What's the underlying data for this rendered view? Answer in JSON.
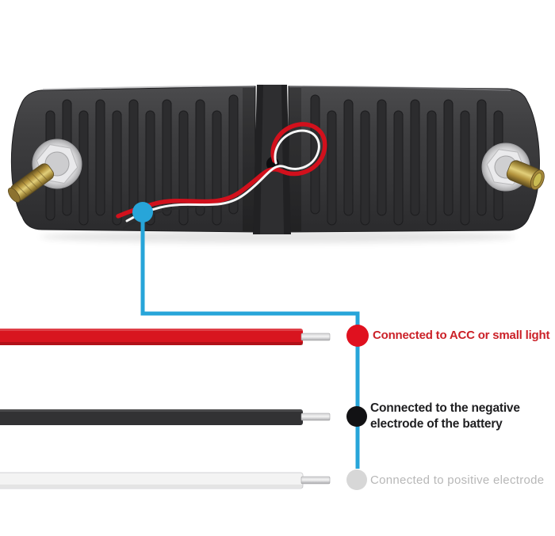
{
  "colors": {
    "background": "#ffffff",
    "callout_blue": "#27a5d9",
    "label_red": "#cb2128",
    "label_black": "#1f1f21",
    "label_gray": "#b7b7b7",
    "bolt_gold": "#c8a94e",
    "panel_dark": "#3a3a3c"
  },
  "wires": [
    {
      "name": "red-wire",
      "color": "#d8151f",
      "dot_color": "#e0111f",
      "label": "Connected to ACC or small light"
    },
    {
      "name": "black-wire",
      "color": "#323234",
      "dot_color": "#121214",
      "label": "Connected to the negative electrode of the battery",
      "label_lines": [
        "Connected to the negative",
        "electrode of the battery"
      ]
    },
    {
      "name": "white-wire",
      "color": "#f3f3f3",
      "dot_color": "#d7d7d7",
      "label": "Connected to positive electrode"
    }
  ]
}
